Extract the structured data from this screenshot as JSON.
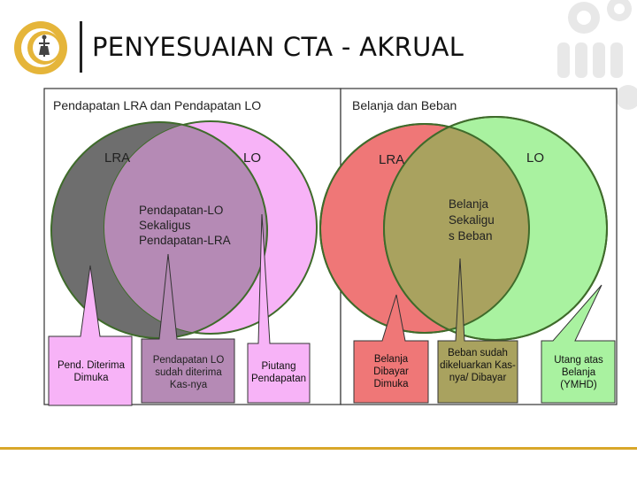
{
  "slide": {
    "title": "PENYESUAIAN CTA - AKRUAL"
  },
  "colors": {
    "accent": "#d9a72a",
    "lra_left": "#6e6e6e",
    "lo_left": "#f7b3f7",
    "overlap_left": "#b58ab5",
    "lra_right": "#ef7777",
    "lo_right": "#a9f2a0",
    "overlap_right": "#a9a25f",
    "circle_stroke": "#3f6b2b"
  },
  "left_panel": {
    "heading": "Pendapatan LRA dan Pendapatan LO",
    "set_a": "LRA",
    "set_b": "LO",
    "overlap_text": "Pendapatan-LO Sekaligus Pendapatan-LRA",
    "callouts": [
      "Pend. Diterima Dimuka",
      "Pendapatan LO sudah diterima Kas-nya",
      "Piutang Pendapatan"
    ]
  },
  "right_panel": {
    "heading": "Belanja dan Beban",
    "set_a": "LRA",
    "set_b": "LO",
    "overlap_text": "Belanja Sekaligu s Beban",
    "callouts": [
      "Belanja Dibayar Dimuka",
      "Beban sudah dikeluarkan Kas-nya/ Dibayar",
      "Utang atas Belanja (YMHD)"
    ]
  }
}
